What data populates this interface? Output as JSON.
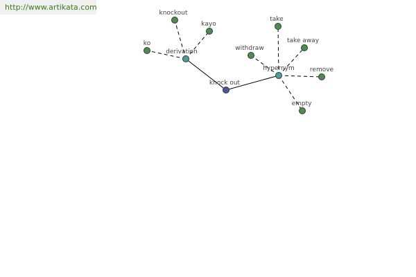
{
  "site": {
    "url": "http://www.artikata.com"
  },
  "colors": {
    "leaf": "#4f8a4f",
    "relation": "#4f9a9a",
    "center": "#4a54a8",
    "edge": "#000000"
  },
  "graph": {
    "center": {
      "id": "knock_out",
      "label": "knock out",
      "kind": "center"
    },
    "nodes": [
      {
        "id": "derivation",
        "label": "derivation",
        "kind": "relation"
      },
      {
        "id": "hypernym",
        "label": "hypernym",
        "kind": "relation"
      },
      {
        "id": "knockout",
        "label": "knockout",
        "kind": "leaf"
      },
      {
        "id": "kayo",
        "label": "kayo",
        "kind": "leaf"
      },
      {
        "id": "ko",
        "label": "ko",
        "kind": "leaf"
      },
      {
        "id": "take",
        "label": "take",
        "kind": "leaf"
      },
      {
        "id": "withdraw",
        "label": "withdraw",
        "kind": "leaf"
      },
      {
        "id": "take_away",
        "label": "take away",
        "kind": "leaf"
      },
      {
        "id": "remove",
        "label": "remove",
        "kind": "leaf"
      },
      {
        "id": "empty",
        "label": "empty",
        "kind": "leaf"
      }
    ],
    "edges": [
      {
        "from": "knock_out",
        "to": "derivation",
        "style": "solid"
      },
      {
        "from": "knock_out",
        "to": "hypernym",
        "style": "solid"
      },
      {
        "from": "derivation",
        "to": "knockout",
        "style": "dashed"
      },
      {
        "from": "derivation",
        "to": "kayo",
        "style": "dashed"
      },
      {
        "from": "derivation",
        "to": "ko",
        "style": "dashed"
      },
      {
        "from": "hypernym",
        "to": "take",
        "style": "dashed"
      },
      {
        "from": "hypernym",
        "to": "withdraw",
        "style": "dashed"
      },
      {
        "from": "hypernym",
        "to": "take_away",
        "style": "dashed"
      },
      {
        "from": "hypernym",
        "to": "remove",
        "style": "dashed"
      },
      {
        "from": "hypernym",
        "to": "empty",
        "style": "dashed"
      }
    ]
  }
}
